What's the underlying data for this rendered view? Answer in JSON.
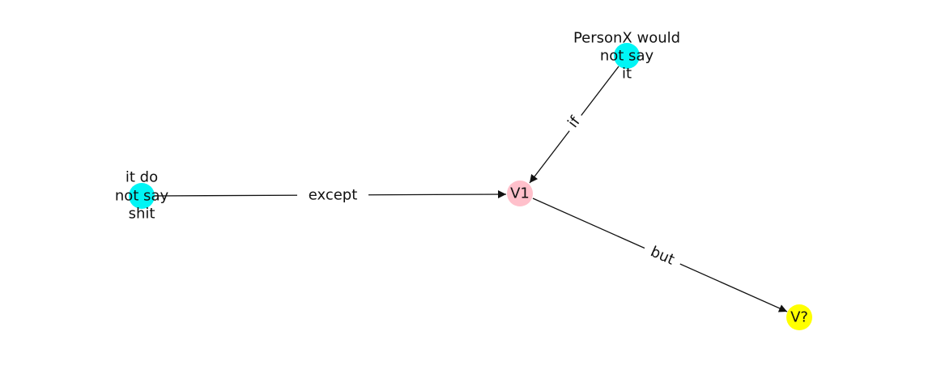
{
  "nodes": [
    {
      "id": "n1",
      "label_lines": [
        "PersonX would",
        "not say",
        "it"
      ],
      "color": "#00f5f5"
    },
    {
      "id": "n2",
      "label_lines": [
        "it do",
        "not say",
        "shit"
      ],
      "color": "#00f5f5"
    },
    {
      "id": "v1",
      "label_lines": [
        "V1"
      ],
      "color": "#ffc0cb"
    },
    {
      "id": "vq",
      "label_lines": [
        "V?"
      ],
      "color": "#ffff00"
    }
  ],
  "edges": [
    {
      "from": "n1",
      "to": "v1",
      "label": "if"
    },
    {
      "from": "n2",
      "to": "v1",
      "label": "except"
    },
    {
      "from": "v1",
      "to": "vq",
      "label": "but"
    }
  ]
}
